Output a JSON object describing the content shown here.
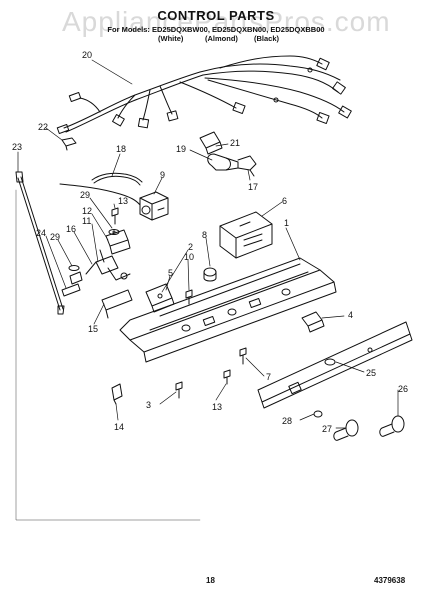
{
  "page": {
    "watermark": "AppliancePartsPros.com",
    "title": "CONTROL PARTS",
    "models": "For Models: ED25DQXBW00, ED25DQXBN00, ED25DQXBB00",
    "variants": [
      "(White)",
      "(Almond)",
      "(Black)"
    ],
    "page_number": "18",
    "document_number": "4379638"
  },
  "callouts": [
    {
      "id": "c20",
      "text": "20"
    },
    {
      "id": "c22",
      "text": "22"
    },
    {
      "id": "c23",
      "text": "23"
    },
    {
      "id": "c21",
      "text": "21"
    },
    {
      "id": "c18",
      "text": "18"
    },
    {
      "id": "c19",
      "text": "19"
    },
    {
      "id": "c17",
      "text": "17"
    },
    {
      "id": "c9",
      "text": "9"
    },
    {
      "id": "c13a",
      "text": "13"
    },
    {
      "id": "c29a",
      "text": "29"
    },
    {
      "id": "c12",
      "text": "12"
    },
    {
      "id": "c11",
      "text": "11"
    },
    {
      "id": "c16",
      "text": "16"
    },
    {
      "id": "c29b",
      "text": "29"
    },
    {
      "id": "c24",
      "text": "24"
    },
    {
      "id": "c6",
      "text": "6"
    },
    {
      "id": "c1",
      "text": "1"
    },
    {
      "id": "c8",
      "text": "8"
    },
    {
      "id": "c2",
      "text": "2"
    },
    {
      "id": "c5",
      "text": "5"
    },
    {
      "id": "c10",
      "text": "10"
    },
    {
      "id": "c15",
      "text": "15"
    },
    {
      "id": "c4",
      "text": "4"
    },
    {
      "id": "c25",
      "text": "25"
    },
    {
      "id": "c7",
      "text": "7"
    },
    {
      "id": "c26",
      "text": "26"
    },
    {
      "id": "c3",
      "text": "3"
    },
    {
      "id": "c13b",
      "text": "13"
    },
    {
      "id": "c14",
      "text": "14"
    },
    {
      "id": "c28",
      "text": "28"
    },
    {
      "id": "c27",
      "text": "27"
    }
  ]
}
